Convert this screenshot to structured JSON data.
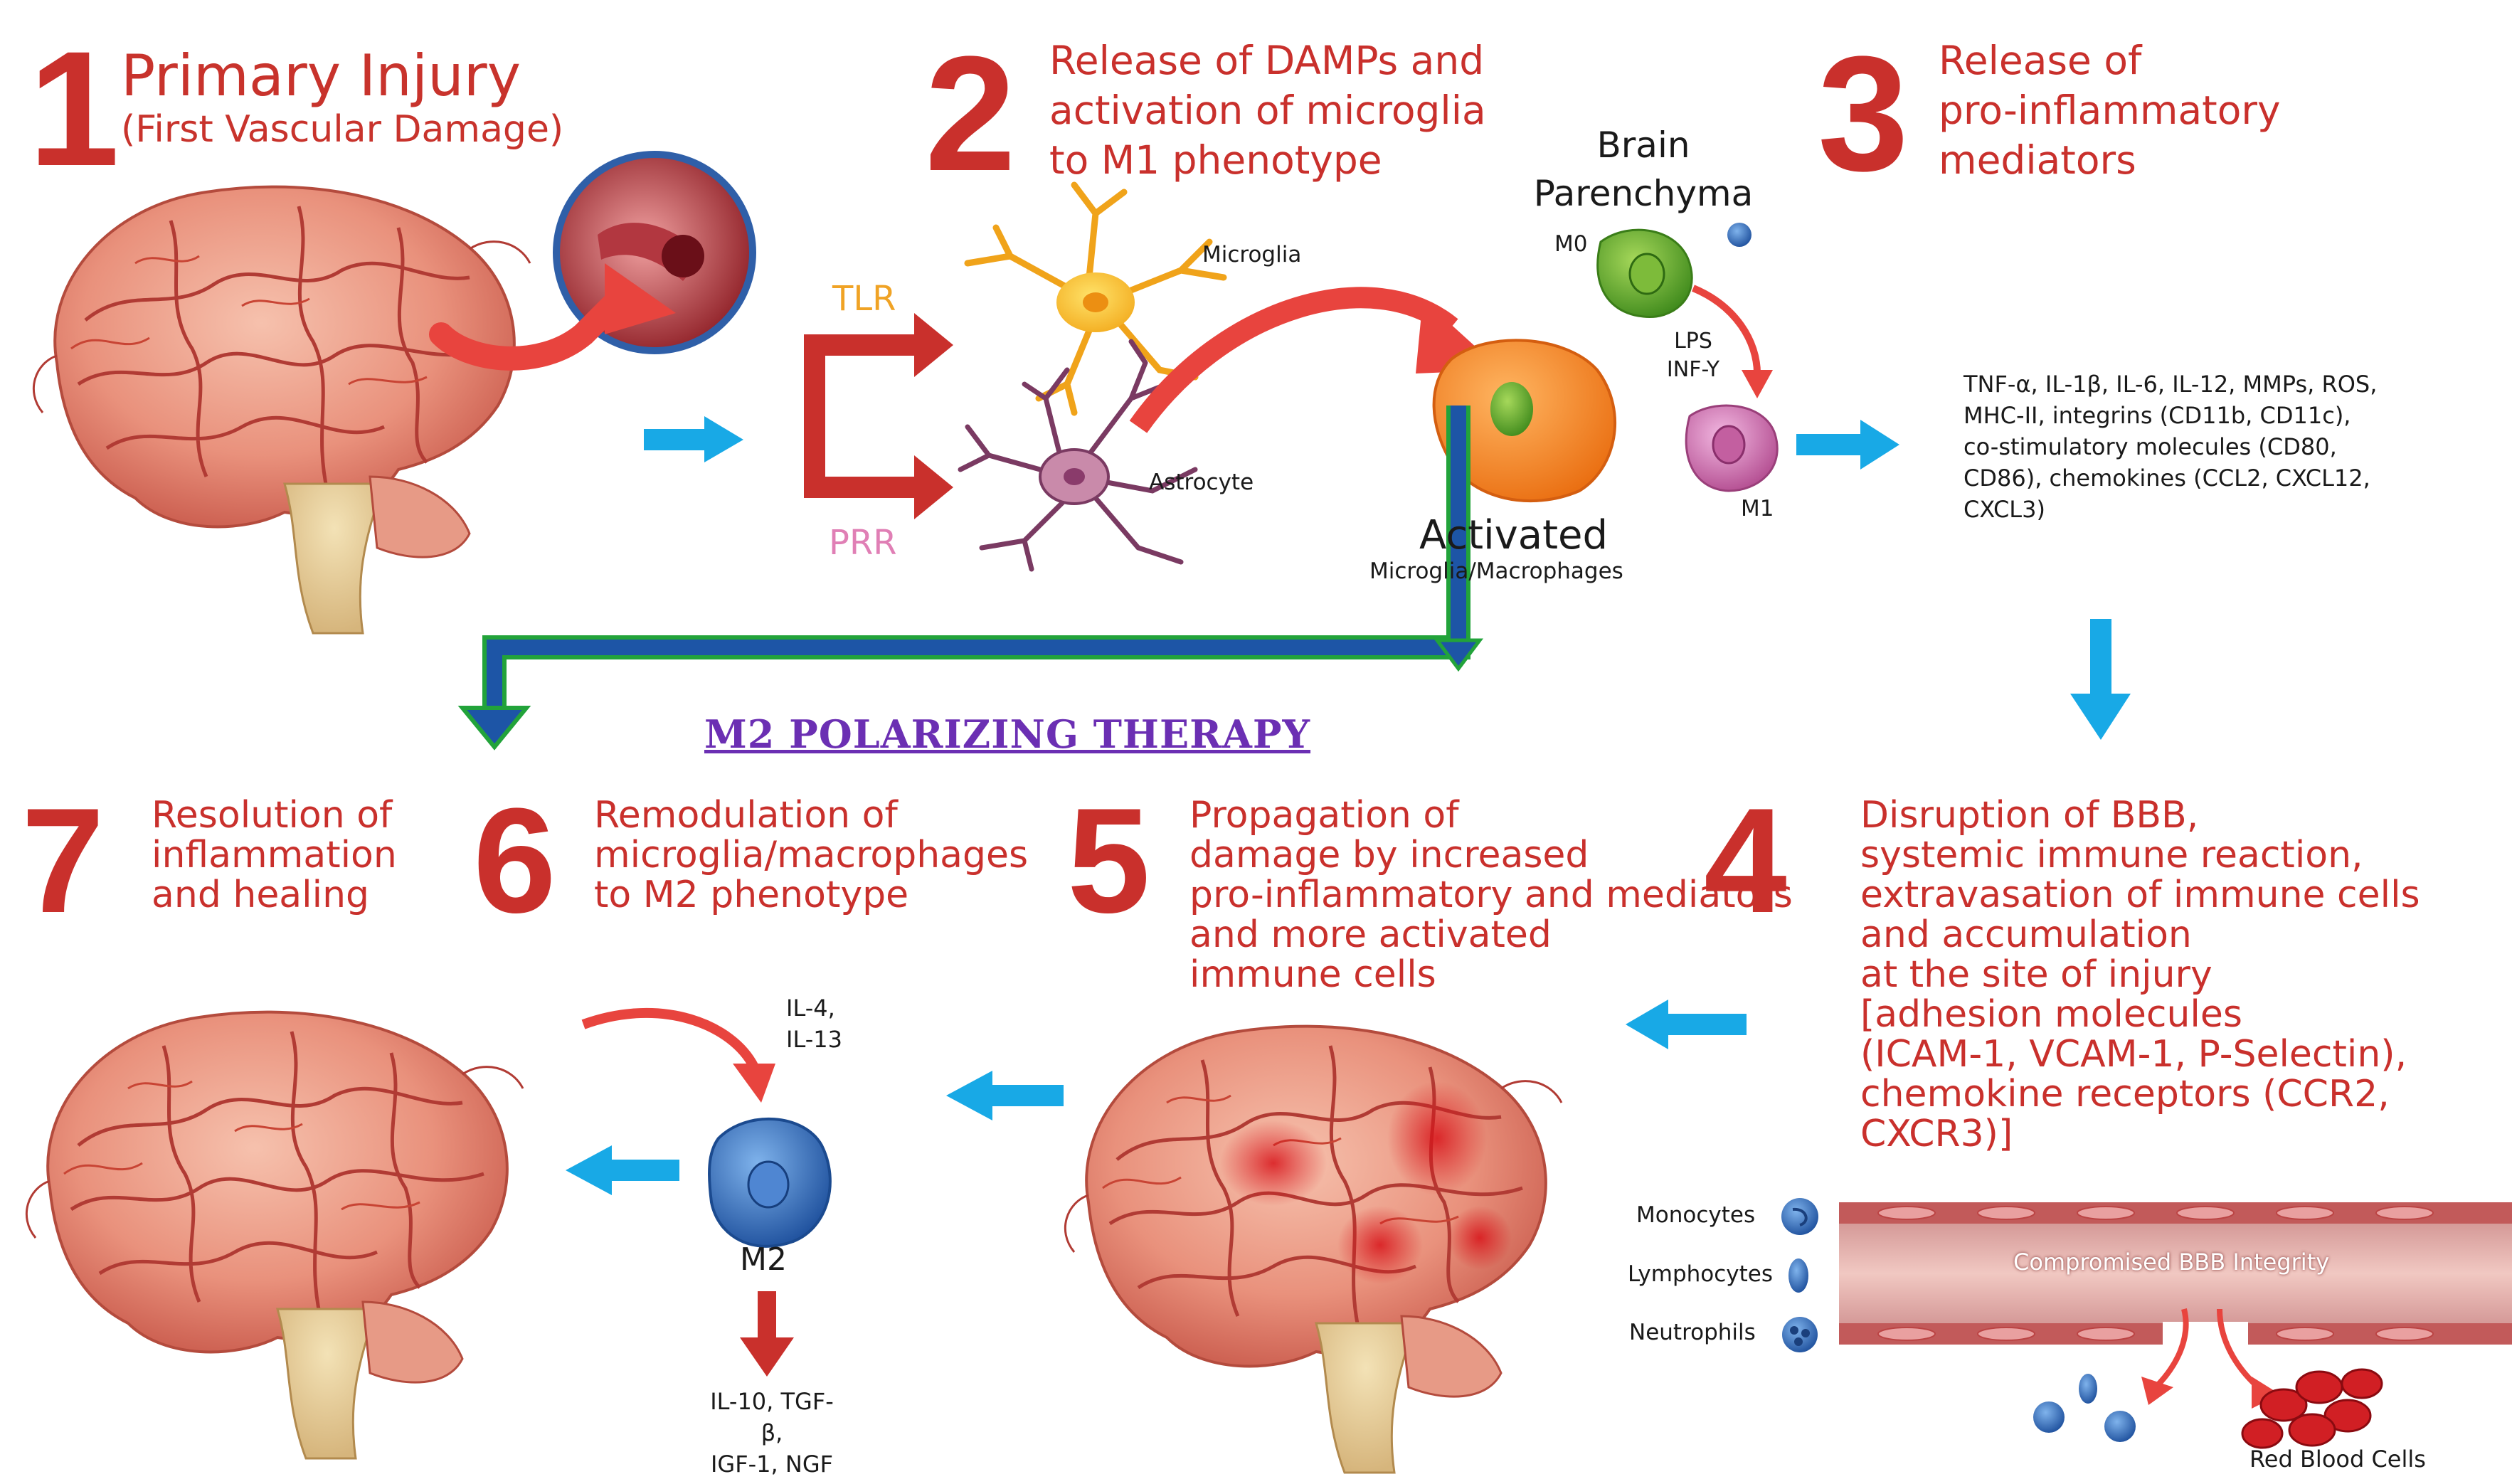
{
  "steps": {
    "s1": {
      "number": "1",
      "title": "Primary Injury",
      "subtitle": "(First Vascular Damage)"
    },
    "s2": {
      "number": "2",
      "title": "Release of DAMPs and\nactivation of microglia\nto M1 phenotype"
    },
    "s3": {
      "number": "3",
      "title": "Release of\npro-inflammatory\nmediators"
    },
    "s4": {
      "number": "4",
      "title": "Disruption of BBB,\nsystemic immune reaction,\nextravasation of immune cells\nand accumulation\nat the site of injury\n[adhesion molecules\n(ICAM-1, VCAM-1, P-Selectin),\nchemokine receptors (CCR2, CXCR3)]"
    },
    "s5": {
      "number": "5",
      "title": "Propagation of\ndamage by increased\npro-inflammatory and mediators\nand more activated\nimmune cells"
    },
    "s6": {
      "number": "6",
      "title": "Remodulation of\nmicroglia/macrophages\nto M2 phenotype"
    },
    "s7": {
      "number": "7",
      "title": "Resolution of\ninflammation\nand healing"
    }
  },
  "labels": {
    "tlr": "TLR",
    "prr": "PRR",
    "microglia": "Microglia",
    "astrocyte": "Astrocyte",
    "activated": "Activated",
    "activated_sub": "Microglia/Macrophages",
    "brain_parenchyma": "Brain\nParenchyma",
    "m0": "M0",
    "lps": "LPS\nINF-Y",
    "m1": "M1",
    "mediators": "TNF-α, IL-1β, IL-6, IL-12, MMPs, ROS,\nMHC-II, integrins (CD11b, CD11c),\nco-stimulatory molecules (CD80,\nCD86), chemokines (CCL2, CXCL12,\nCXCL3)",
    "therapy": "M2 POLARIZING THERAPY",
    "il4": "IL-4,\nIL-13",
    "m2": "M2",
    "m2_out": "IL-10, TGF-β,\nIGF-1, NGF",
    "monocytes": "Monocytes",
    "lymphocytes": "Lymphocytes",
    "neutrophils": "Neutrophils",
    "bbb": "Compromised BBB Integrity",
    "rbc": "Red Blood Cells"
  },
  "colors": {
    "step_red": "#c9302c",
    "arrow_blue": "#18a9e6",
    "therapy_purple": "#6b2fb3",
    "therapy_arrow_blue": "#1d55a6",
    "therapy_arrow_green": "#22a33a",
    "tlr_orange": "#f0a325",
    "prr_pink": "#e07fb5"
  }
}
